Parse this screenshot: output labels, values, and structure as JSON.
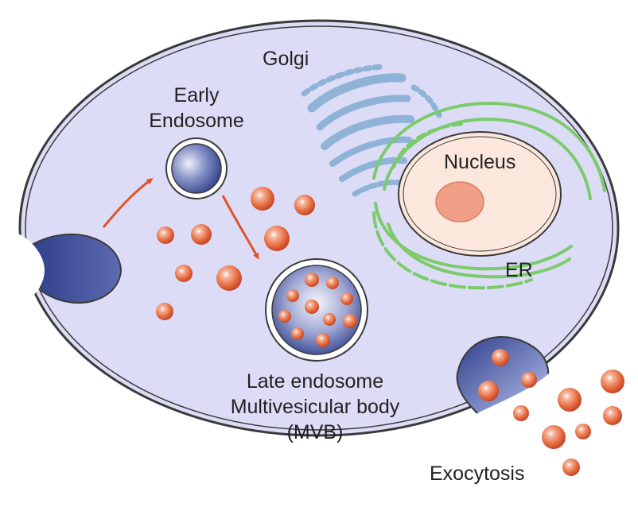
{
  "labels": {
    "golgi": "Golgi",
    "early_endosome_line1": "Early",
    "early_endosome_line2": "Endosome",
    "nucleus": "Nucleus",
    "er": "ER",
    "late_endosome_line1": "Late endosome",
    "late_endosome_line2": "Multivesicular body",
    "late_endosome_line3": "(MVB)",
    "exocytosis": "Exocytosis"
  },
  "colors": {
    "cytoplasm": "#dcdcf7",
    "membrane": "#3a3a3a",
    "endosome": "#2f3f8a",
    "vesicle": "#e56a3e",
    "golgi": "#8fb3d6",
    "er": "#7ccb6b",
    "nucleus": "#fbe7db",
    "nucleolus": "#ef9f86",
    "arrow": "#e0532a"
  }
}
